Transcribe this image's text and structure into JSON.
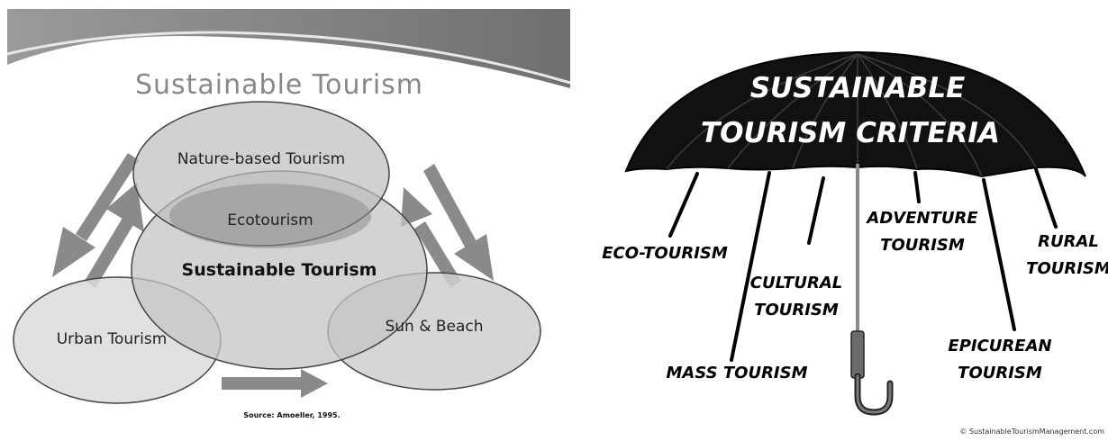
{
  "left_diagram": {
    "title": "Sustainable Tourism",
    "circles": {
      "nature": "Nature-based Tourism",
      "eco": "Ecotourism",
      "sustainable": "Sustainable Tourism",
      "urban": "Urban Tourism",
      "sun": "Sun & Beach"
    },
    "source": "Source: Amoeller, 1995."
  },
  "umbrella": {
    "title_line1": "SUSTAINABLE",
    "title_line2": "TOURISM CRITERIA",
    "labels": {
      "eco": "ECO-TOURISM",
      "mass": "MASS TOURISM",
      "cultural_1": "CULTURAL",
      "cultural_2": "TOURISM",
      "adventure_1": "ADVENTURE",
      "adventure_2": "TOURISM",
      "epicurean_1": "EPICUREAN",
      "epicurean_2": "TOURISM",
      "rural_1": "RURAL",
      "rural_2": "TOURISM"
    },
    "copyright": "© SustainableTourismManagement.com"
  },
  "colors": {
    "banner": "#7c7c7c",
    "circle_light": "#dcdcdc",
    "circle_mid": "#bdbdbd",
    "circle_dark": "#8e8e8e",
    "arrow": "#8a8a8a",
    "canopy": "#111111"
  }
}
